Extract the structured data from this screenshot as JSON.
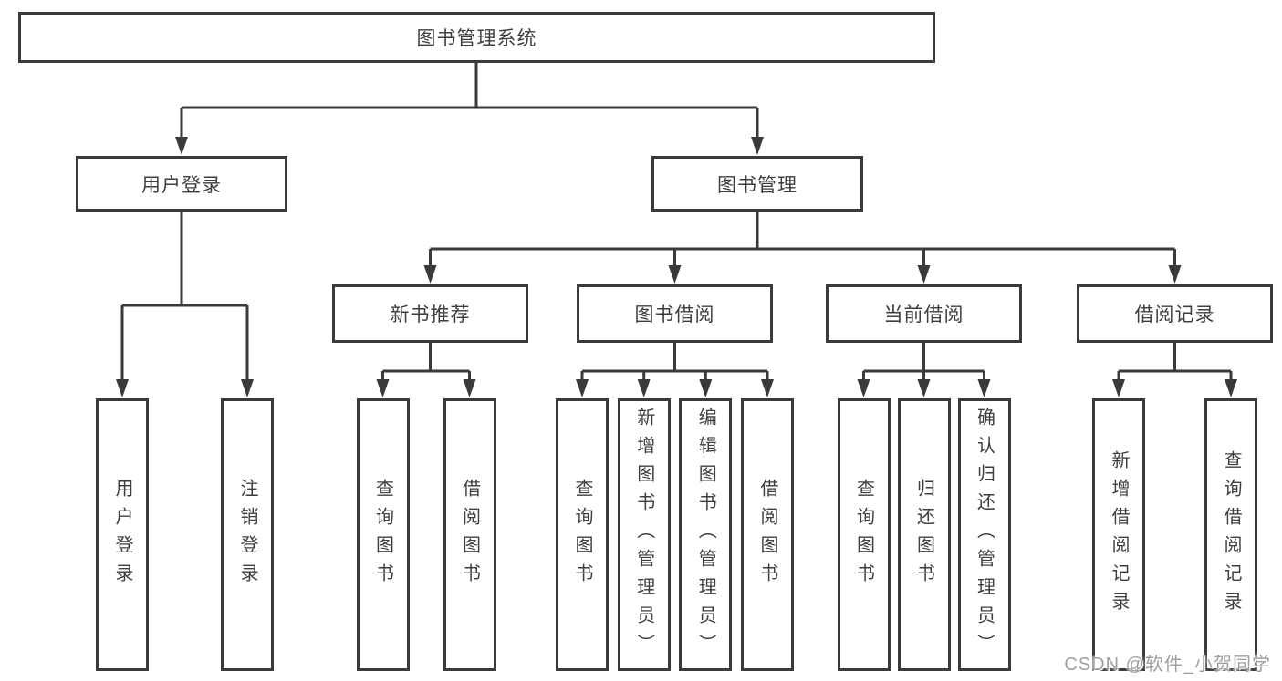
{
  "diagram": {
    "root": {
      "label": "图书管理系统"
    },
    "branches": [
      {
        "label": "用户登录",
        "children": [
          {
            "label": "用户登录"
          },
          {
            "label": "注销登录"
          }
        ]
      },
      {
        "label": "图书管理",
        "children": [
          {
            "label": "新书推荐",
            "children": [
              {
                "label": "查询图书"
              },
              {
                "label": "借阅图书"
              }
            ]
          },
          {
            "label": "图书借阅",
            "children": [
              {
                "label": "查询图书"
              },
              {
                "label": "新增图书（管理员）"
              },
              {
                "label": "编辑图书（管理员）"
              },
              {
                "label": "借阅图书"
              }
            ]
          },
          {
            "label": "当前借阅",
            "children": [
              {
                "label": "查询图书"
              },
              {
                "label": "归还图书"
              },
              {
                "label": "确认归还（管理员）"
              }
            ]
          },
          {
            "label": "借阅记录",
            "children": [
              {
                "label": "新增借阅记录"
              },
              {
                "label": "查询借阅记录"
              }
            ]
          }
        ]
      }
    ]
  },
  "watermark": {
    "text": "CSDN @软件_小贺同学"
  },
  "colors": {
    "line": "#3a3a3a",
    "box_border": "#3a3a3a",
    "text": "#3e3e3e",
    "watermark_text": "#9f9f9f",
    "background": "#ffffff"
  }
}
